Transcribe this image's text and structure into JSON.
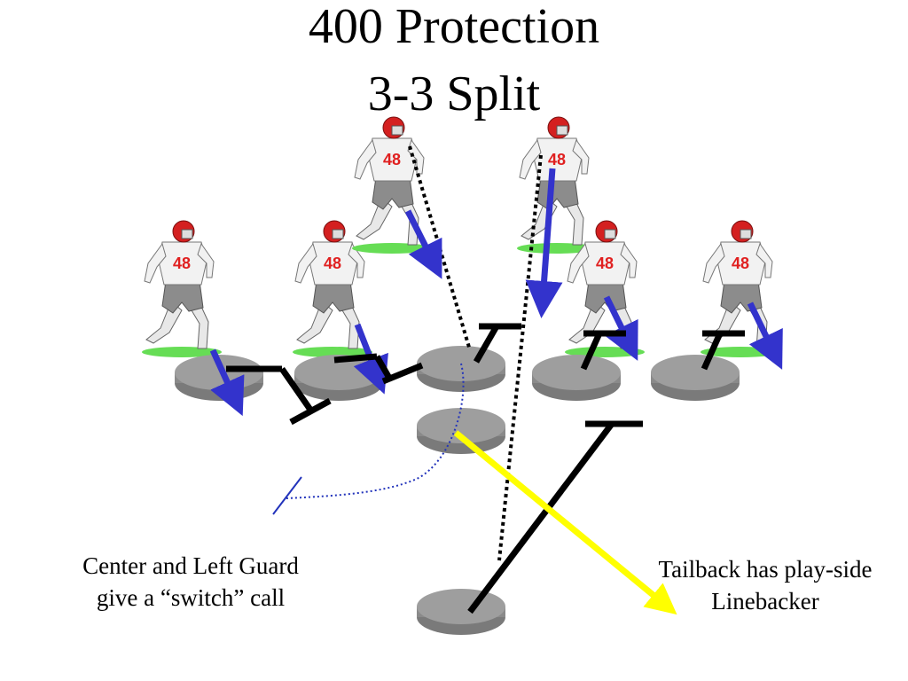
{
  "slide": {
    "title_line1": "400 Protection",
    "title_line2": "3-3 Split",
    "caption_left_line1": "Center and Left Guard",
    "caption_left_line2": "give a “switch” call",
    "caption_right_line1": "Tailback has play-side",
    "caption_right_line2": "Linebacker"
  },
  "players": {
    "jersey_number": "48",
    "count": 7
  },
  "colors": {
    "blocker": "#8a8a8a",
    "block_line": "#000000",
    "defender_arrow": "#3333cc",
    "tailback_route": "#ffff00",
    "switch_call": "#2233bb",
    "helmet": "#d42020",
    "turf": "#66dd55"
  }
}
